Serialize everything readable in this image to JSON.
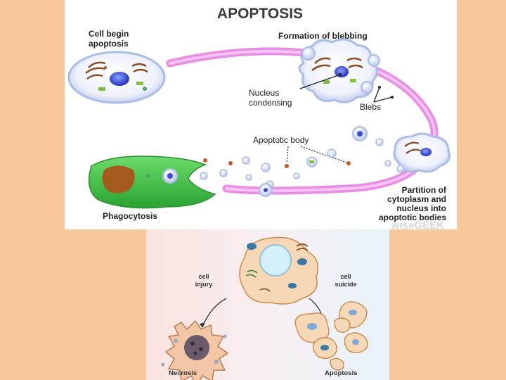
{
  "apoptosis_diagram": {
    "title": "APOPTOSIS",
    "label_cell_begin": [
      "Cell begin",
      "apoptosis"
    ],
    "label_blebbing": "Formation of blebbing",
    "label_nucleus": [
      "Nucleus",
      "condensing"
    ],
    "label_blebs": "Blebs",
    "label_apoptotic_body": "Apoptotic body",
    "label_partition": [
      "Partition of",
      "cytoplasm and",
      "nucleus into",
      "apoptotic bodies"
    ],
    "label_phagocytosis": "Phagocytosis",
    "watermark": "wiseGEEK"
  },
  "comparison_diagram": {
    "label_cell_injury": [
      "cell",
      "injury"
    ],
    "label_cell_suicide": [
      "cell",
      "suicide"
    ],
    "label_necrosis": "Necrosis",
    "label_apoptosis": "Apoptosis"
  },
  "colors": {
    "background": "#f6c89c",
    "cycle_arrow": "#e98ce6",
    "cell_membrane": "#a9bde6",
    "phagocyte": "#3fc14a",
    "necrotic_cell": "#f3c6a6",
    "healthy_cell": "#f7d8b6",
    "nucleus": "#3a4bd6"
  }
}
